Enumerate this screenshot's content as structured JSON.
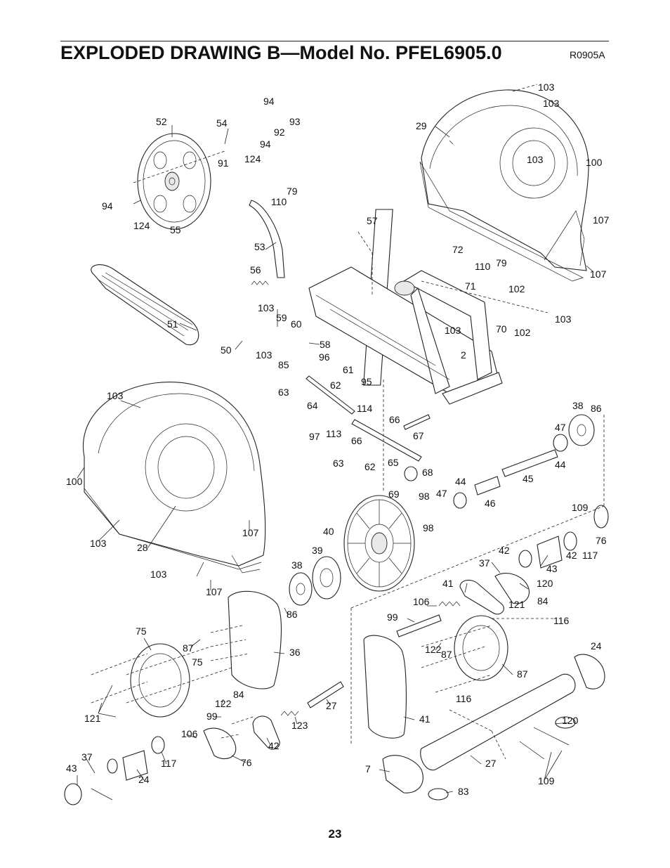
{
  "header": {
    "title": "EXPLODED DRAWING B—Model No. PFEL6905.0",
    "code": "R0905A"
  },
  "footer": {
    "page_number": "23"
  },
  "callouts": [
    "103",
    "103",
    "29",
    "103",
    "100",
    "107",
    "107",
    "94",
    "93",
    "92",
    "52",
    "54",
    "91",
    "94",
    "124",
    "94",
    "124",
    "55",
    "79",
    "110",
    "57",
    "53",
    "72",
    "110",
    "79",
    "71",
    "102",
    "103",
    "102",
    "56",
    "70",
    "103",
    "2",
    "103",
    "59",
    "60",
    "51",
    "50",
    "58",
    "103",
    "96",
    "85",
    "61",
    "62",
    "95",
    "63",
    "64",
    "114",
    "103",
    "97",
    "113",
    "66",
    "67",
    "38",
    "86",
    "47",
    "44",
    "66",
    "62",
    "63",
    "65",
    "68",
    "45",
    "69",
    "47",
    "44",
    "46",
    "100",
    "98",
    "98",
    "109",
    "76",
    "117",
    "40",
    "42",
    "42",
    "103",
    "28",
    "107",
    "39",
    "38",
    "43",
    "37",
    "120",
    "41",
    "84",
    "121",
    "106",
    "103",
    "107",
    "99",
    "86",
    "116",
    "24",
    "75",
    "87",
    "36",
    "122",
    "87",
    "75",
    "87",
    "116",
    "121",
    "122",
    "84",
    "99",
    "27",
    "120",
    "106",
    "123",
    "41",
    "42",
    "117",
    "37",
    "76",
    "43",
    "24",
    "7",
    "27",
    "83",
    "109"
  ]
}
